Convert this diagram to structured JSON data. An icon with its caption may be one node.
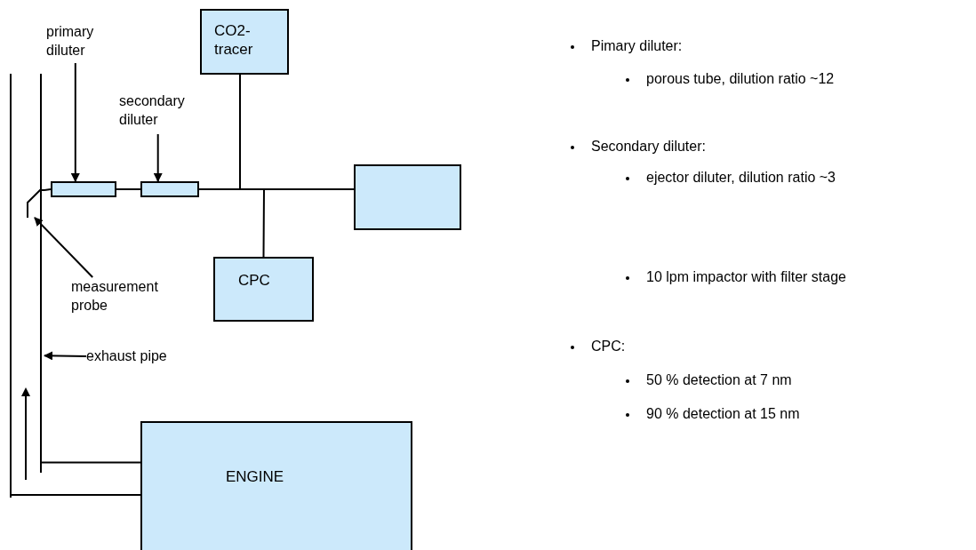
{
  "diagram": {
    "nodes": [
      {
        "text": [
          "primary diluter"
        ]
      },
      {
        "text": [
          "CO2- tracer"
        ]
      },
      {
        "text": [
          "secondary diluter"
        ]
      },
      {
        "text": [],
        "shape": "box"
      },
      {
        "text": [],
        "shape": "box"
      },
      {
        "text": [],
        "shape": "box"
      },
      {
        "text": [],
        "shape": "tube"
      },
      {
        "text": [
          "CPC"
        ]
      },
      {
        "text": [
          "measurement probe"
        ]
      },
      {
        "text": [
          "exhaust pipe"
        ]
      },
      {
        "text": [],
        "shape": "pipe"
      },
      {
        "text": [
          "ENGINE"
        ]
      }
    ],
    "edges": [
      {
        "from": 6,
        "to": 3,
        "arrow": "none"
      },
      {
        "from": 3,
        "to": 4,
        "arrow": "none"
      },
      {
        "from": 4,
        "to": 1,
        "arrow": "none"
      },
      {
        "from": 4,
        "to": 5,
        "arrow": "none"
      },
      {
        "from": 4,
        "to": 7,
        "arrow": "none"
      },
      {
        "from": 11,
        "to": 10,
        "arrow": "none"
      },
      {
        "from": 0,
        "to": 3,
        "arrow": "to"
      },
      {
        "from": 2,
        "to": 4,
        "arrow": "to"
      },
      {
        "from": 8,
        "to": 6,
        "arrow": "to"
      },
      {
        "from": 9,
        "to": 10,
        "arrow": "to"
      }
    ],
    "labels": [
      "Pimary diluter:",
      "porous tube, dilution ratio ~12",
      "Secondary diluter:",
      "ejector diluter, dilution ratio ~3",
      "10 lpm impactor with filter stage",
      "CPC:",
      "50 % detection at 7 nm",
      "90 % detection at 15 nm"
    ]
  }
}
